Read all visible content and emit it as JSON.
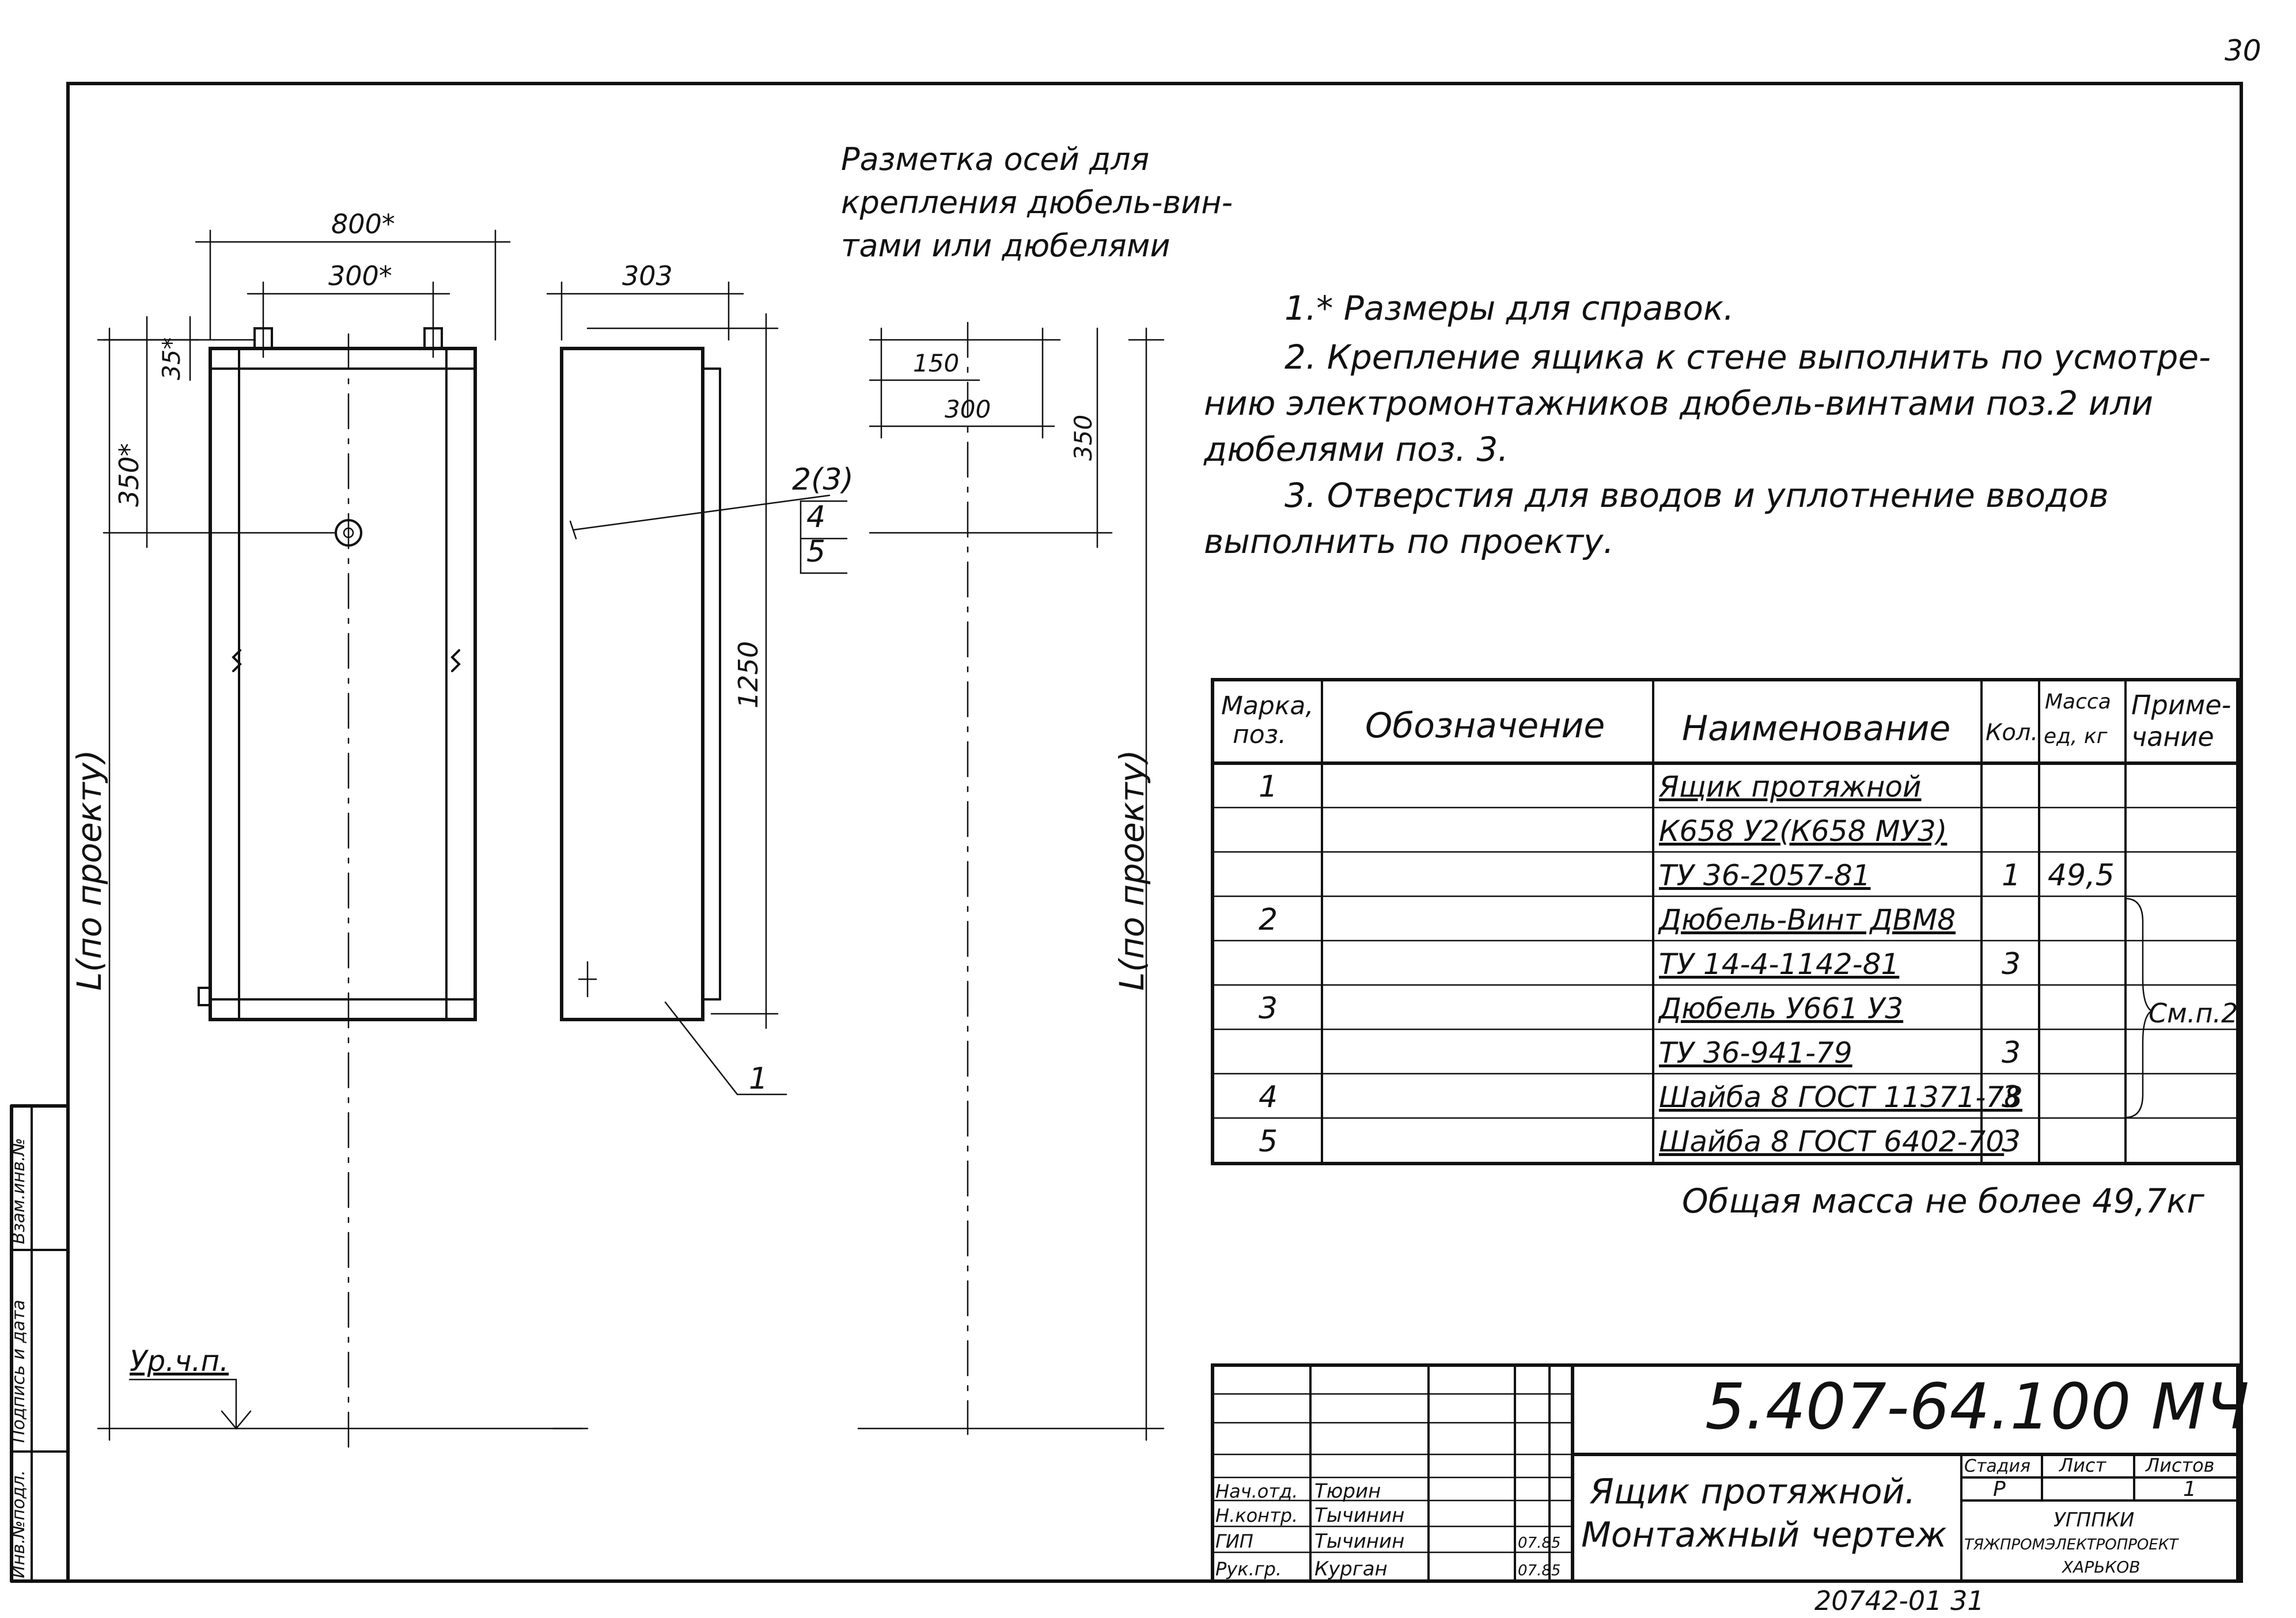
{
  "page_number": "30",
  "axis_note": [
    "Разметка осей для",
    "крепления дюбель-вин-",
    "тами или дюбелями"
  ],
  "dims": {
    "w800": "800*",
    "w300": "300*",
    "h35": "35*",
    "h350s": "350*",
    "w303": "303",
    "h1250": "1250",
    "w150": "150",
    "w300b": "300",
    "h350": "350",
    "L_left": "L(по проекту)",
    "L_right": "L(по проекту)",
    "floor_level": "Ур.ч.п."
  },
  "callouts": {
    "c1": "2(3)",
    "c2": "4",
    "c3": "5",
    "c4": "1"
  },
  "notes": [
    "1.* Размеры для справок.",
    "2. Крепление ящика к стене выполнить по усмотре-",
    "нию электромонтажников дюбель-винтами поз.2 или",
    "дюбелями поз. 3.",
    "3. Отверстия для вводов и уплотнение вводов",
    "выполнить по проекту."
  ],
  "spec": {
    "headers": {
      "mark": [
        "Марка,",
        "поз."
      ],
      "designation": "Обозначение",
      "name": "Наименование",
      "qty": "Кол.",
      "mass": [
        "Масса",
        "ед, кг"
      ],
      "note": [
        "Приме-",
        "чание"
      ]
    },
    "rows": [
      {
        "mark": "1",
        "name": "Ящик протяжной",
        "qty": "",
        "mass": ""
      },
      {
        "mark": "",
        "name": "К658 У2(К658 МУ3)",
        "qty": "",
        "mass": ""
      },
      {
        "mark": "",
        "name": "ТУ 36-2057-81",
        "qty": "1",
        "mass": "49,5"
      },
      {
        "mark": "2",
        "name": "Дюбель-Винт ДВМ8",
        "qty": "",
        "mass": ""
      },
      {
        "mark": "",
        "name": "ТУ 14-4-1142-81",
        "qty": "3",
        "mass": ""
      },
      {
        "mark": "3",
        "name": "Дюбель У661 У3",
        "qty": "",
        "mass": ""
      },
      {
        "mark": "",
        "name": "ТУ 36-941-79",
        "qty": "3",
        "mass": ""
      },
      {
        "mark": "4",
        "name": "Шайба 8 ГОСТ 11371-78",
        "qty": "3",
        "mass": ""
      },
      {
        "mark": "5",
        "name": "Шайба 8 ГОСТ 6402-70",
        "qty": "3",
        "mass": ""
      }
    ],
    "bracket_note": "См.п.2"
  },
  "total_mass": "Общая масса не более 49,7кг",
  "title_block": {
    "doc_code": "5.407-64.100 МЧ",
    "title_line1": "Ящик протяжной.",
    "title_line2": "Монтажный чертеж",
    "stage_h": "Стадия",
    "sheet_h": "Лист",
    "sheets_h": "Листов",
    "stage": "Р",
    "sheet": "",
    "sheets": "1",
    "org1": "УГППКИ",
    "org2": "ТЯЖПРОМЭЛЕКТРОПРОЕКТ",
    "org3": "ХАРЬКОВ",
    "people": [
      {
        "role": "Нач.отд.",
        "name": "Тюрин",
        "date": ""
      },
      {
        "role": "Н.контр.",
        "name": "Тычинин",
        "date": ""
      },
      {
        "role": "ГИП",
        "name": "Тычинин",
        "date": "07.85"
      },
      {
        "role": "Рук.гр.",
        "name": "Курган",
        "date": "07.85"
      }
    ]
  },
  "side_stamp": [
    "Инв.№подл.",
    "Подпись и дата",
    "Взам.инв.№"
  ],
  "bottom_code": "20742-01  31"
}
